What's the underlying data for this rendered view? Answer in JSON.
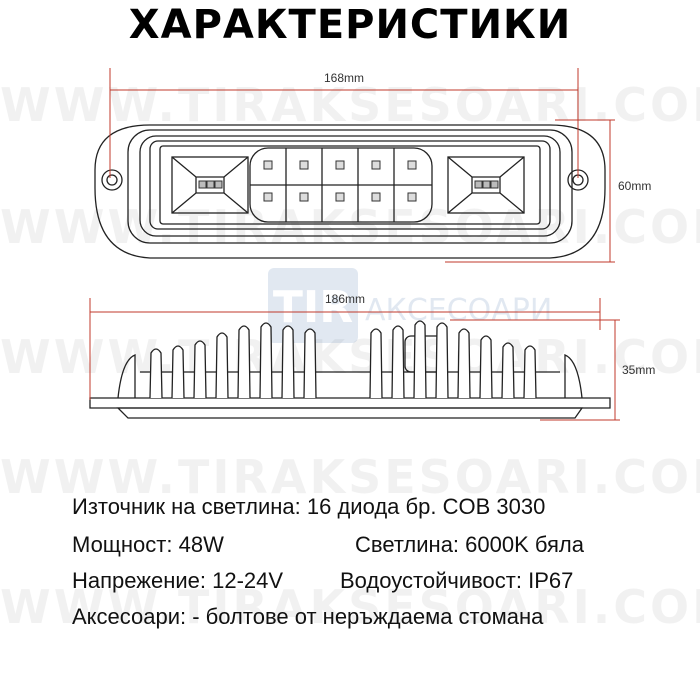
{
  "title": "ХАРАКТЕРИСТИКИ",
  "watermark": "WWW.TIRAKSESOARI.COM",
  "logo": {
    "tir": "TIR",
    "text": "АКСЕСОАРИ"
  },
  "dimensions": {
    "width_front": "168mm",
    "height_front": "60mm",
    "width_side": "186mm",
    "height_side": "35mm"
  },
  "colors": {
    "dimension_line": "#c0392b",
    "outline": "#222222"
  },
  "specs": {
    "source": "Източник на светлина: 16 диода бр. COB 3030",
    "power": "Мощност: 48W",
    "light": "Светлина: 6000K бяла",
    "voltage": "Напрежение: 12-24V",
    "waterproof": "Водоустойчивост: IP67",
    "accessories": "Аксесоари: - болтове от неръждаема стомана"
  }
}
